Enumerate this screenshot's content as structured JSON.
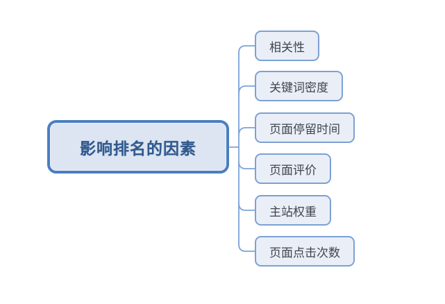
{
  "mindmap": {
    "root": {
      "label": "影响排名的因素"
    },
    "children": [
      {
        "label": "相关性"
      },
      {
        "label": "关键词密度"
      },
      {
        "label": "页面停留时间"
      },
      {
        "label": "页面评价"
      },
      {
        "label": "主站权重"
      },
      {
        "label": "页面点击次数"
      }
    ],
    "colors": {
      "root_border": "#4a7ec0",
      "root_fill": "#dce5f1",
      "root_text": "#30598f",
      "child_border": "#7da0d4",
      "child_fill": "#e9eef7",
      "child_text": "#3f4550",
      "connector": "#7ca3d7",
      "background": "#ffffff"
    }
  }
}
